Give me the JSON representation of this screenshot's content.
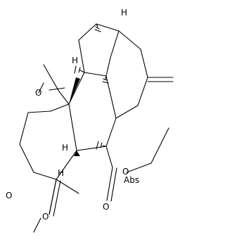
{
  "atom_labels": {
    "o1": "O",
    "o2": "O",
    "o3": "O",
    "o4": "O",
    "o5": "O",
    "h1": "H",
    "h2": "H",
    "h3": "H",
    "h4": "H"
  },
  "stereo_text": "Abs"
}
